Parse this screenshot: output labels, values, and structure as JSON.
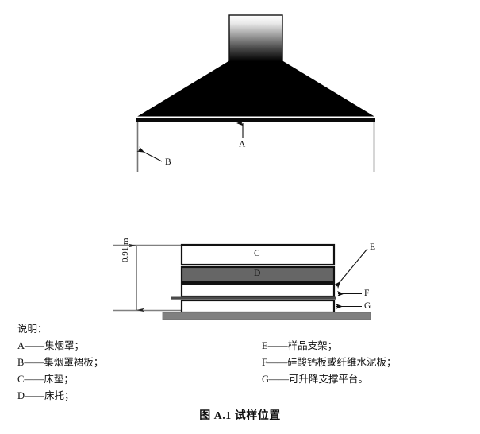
{
  "figure": {
    "caption": "图 A.1  试样位置",
    "dimension_label": "0.91 m",
    "callouts": {
      "a": "A",
      "b": "B",
      "c": "C",
      "d": "D",
      "e": "E",
      "f": "F",
      "g": "G"
    }
  },
  "legend": {
    "heading": "说明：",
    "left_items": [
      "A——集烟罩；",
      "B——集烟罩裙板；",
      "C——床垫；",
      "D——床托；"
    ],
    "right_items": [
      "E——样品支架；",
      "F——硅酸钙板或纤维水泥板；",
      "G——可升降支撑平台。"
    ]
  },
  "colors": {
    "hood_fill": "#000000",
    "duct_gradient_top": "#ffffff",
    "duct_gradient_bottom": "#000000",
    "skirt_line": "#666666",
    "mattress_fill": "#ffffff",
    "bed_base_fill": "#666666",
    "floor_slab_fill": "#808080",
    "outline": "#111111",
    "dimension_line": "#333333",
    "extension_line": "#808080"
  }
}
